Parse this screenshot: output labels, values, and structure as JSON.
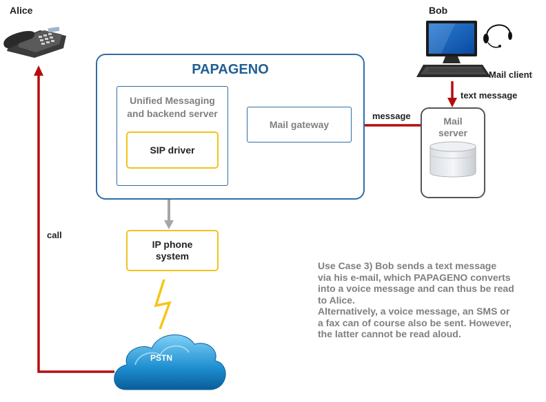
{
  "people": {
    "alice": "Alice",
    "bob": "Bob"
  },
  "papageno": {
    "title": "PAPAGENO",
    "um_server": "Unified Messaging and backend server",
    "sip_driver": "SIP driver",
    "mail_gateway": "Mail gateway"
  },
  "mail_server": "Mail server",
  "mail_client": "Mail client",
  "ip_phone_system": "IP phone system",
  "pstn": "PSTN",
  "arrows": {
    "text_message": "text message",
    "message": "message",
    "call": "call"
  },
  "description": {
    "line1": "Use Case 3) Bob sends a text message",
    "line2": "via his e-mail, which PAPAGENO converts",
    "line3": "into a voice message and can thus be read",
    "line4": "to Alice.",
    "line5": "Alternatively, a voice message, an SMS or",
    "line6": "a fax can of course also be sent. However,",
    "line7": "the latter cannot be read aloud."
  },
  "colors": {
    "arrow_red": "#b50d0d",
    "blue_border": "#2e6da4",
    "yellow_border": "#f2c21b",
    "gray_text": "#7f7f7f"
  }
}
